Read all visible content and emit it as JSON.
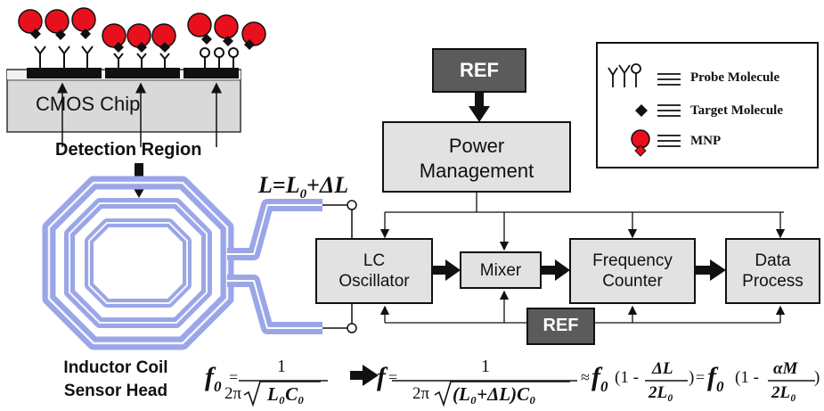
{
  "colors": {
    "box_fill": "#e2e2e2",
    "ref_fill": "#5b5b5b",
    "mnp_red": "#e8101c",
    "coil": "#9ba6e8",
    "chip": "#d9d9d9"
  },
  "chip": {
    "label": "CMOS Chip",
    "detection_label": "Detection Region"
  },
  "coil": {
    "inductance_eq": {
      "L": "L",
      "eq": "=",
      "L0": "L",
      "sub0": "0",
      "plus": "+",
      "dL": "ΔL"
    },
    "caption_line1": "Inductor Coil",
    "caption_line2": "Sensor Head"
  },
  "blocks": {
    "ref_top": "REF",
    "power_line1": "Power",
    "power_line2": "Management",
    "lc_line1": "LC",
    "lc_line2": "Oscillator",
    "mixer": "Mixer",
    "freq_line1": "Frequency",
    "freq_line2": "Counter",
    "data_line1": "Data",
    "data_line2": "Process",
    "ref_bottom": "REF"
  },
  "legend": {
    "items": [
      {
        "icon": "probe-molecule-icon",
        "label": "Probe Molecule"
      },
      {
        "icon": "target-molecule-icon",
        "label": "Target Molecule"
      },
      {
        "icon": "mnp-icon",
        "label": "MNP"
      }
    ]
  },
  "formula": {
    "f0": "f",
    "f0_sub": "0",
    "eq": "=",
    "one": "1",
    "two_pi": "2π",
    "L0C0": "L₀C₀",
    "f": "f",
    "L0dLC0": "(L₀+ΔL)C₀",
    "approx": "≈",
    "f0b": "f",
    "f0b_sub": "0",
    "paren1": "(1 -",
    "dL": "ΔL",
    "twoL0": "2L₀",
    "close1": ")",
    "eq2": "=",
    "f0c": "f",
    "f0c_sub": "0",
    "paren2": "(1 -",
    "aM": "αM",
    "twoL0b": "2L₀",
    "close2": ")"
  }
}
